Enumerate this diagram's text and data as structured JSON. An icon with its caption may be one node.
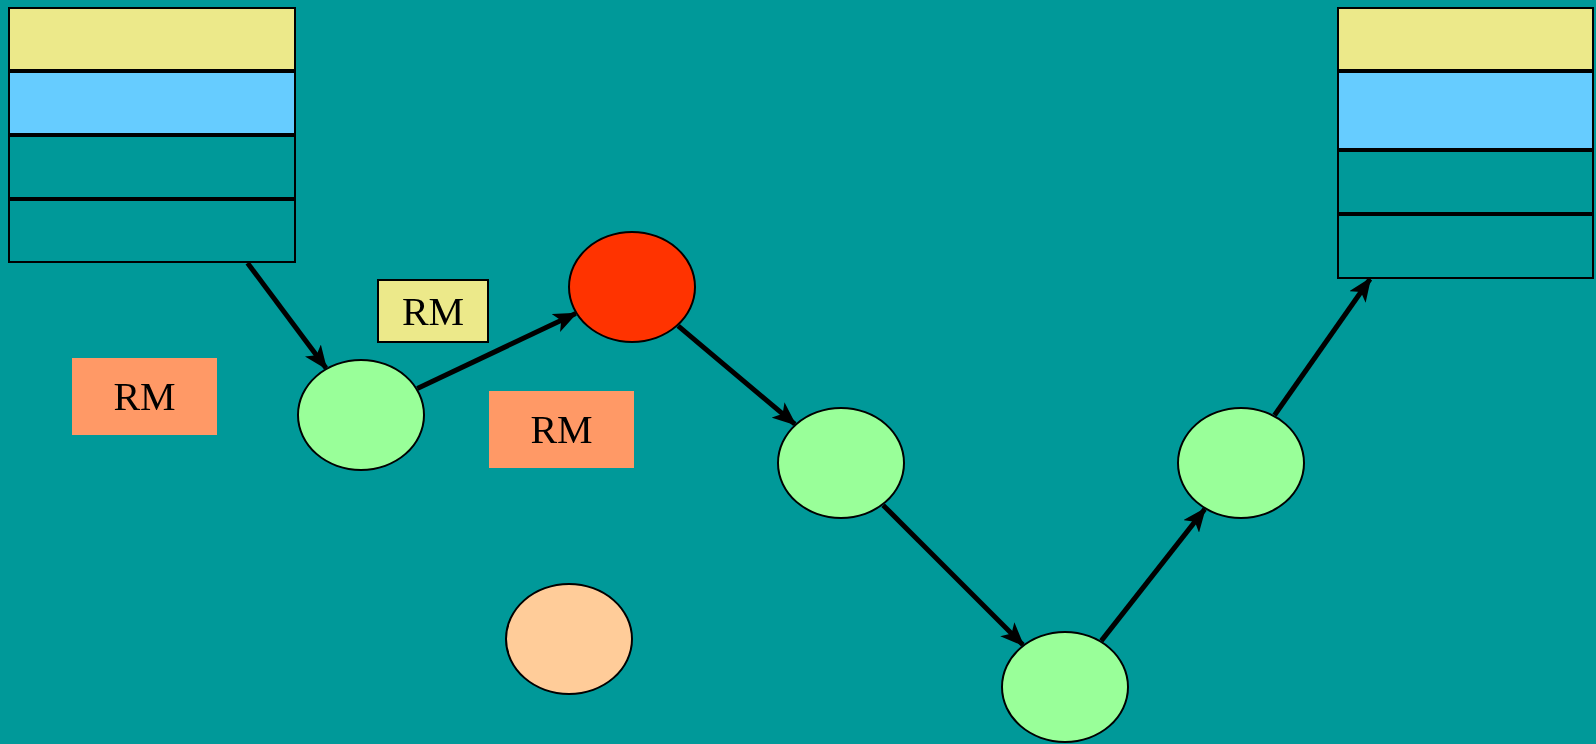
{
  "diagram": {
    "nodes": [
      {
        "text": [],
        "shape": "box"
      },
      {
        "text": [],
        "shape": "box",
        "in": 0
      },
      {
        "text": [],
        "shape": "box",
        "in": 0
      },
      {
        "text": [],
        "shape": "box",
        "in": 0
      },
      {
        "text": [],
        "shape": "box",
        "in": 0
      },
      {
        "text": [],
        "shape": "box"
      },
      {
        "text": [],
        "shape": "box",
        "in": 5
      },
      {
        "text": [],
        "shape": "box",
        "in": 5
      },
      {
        "text": [],
        "shape": "box",
        "in": 5
      },
      {
        "text": [],
        "shape": "box",
        "in": 5
      },
      {
        "text": [],
        "shape": "circle"
      },
      {
        "text": [
          "RM"
        ]
      },
      {
        "text": [
          "RM"
        ]
      },
      {
        "text": [],
        "shape": "circle"
      },
      {
        "text": [
          "RM"
        ]
      },
      {
        "text": [],
        "shape": "circle"
      },
      {
        "text": [],
        "shape": "circle"
      },
      {
        "text": [],
        "shape": "circle"
      },
      {
        "text": [],
        "shape": "circle"
      }
    ],
    "edges": [
      {
        "from": 0,
        "to": 13,
        "arrow": "to"
      },
      {
        "from": 13,
        "to": 10,
        "arrow": "to"
      },
      {
        "from": 10,
        "to": 15,
        "arrow": "to"
      },
      {
        "from": 15,
        "to": 18,
        "arrow": "to"
      },
      {
        "from": 18,
        "to": 16,
        "arrow": "to"
      },
      {
        "from": 16,
        "to": 5,
        "arrow": "to"
      }
    ]
  }
}
